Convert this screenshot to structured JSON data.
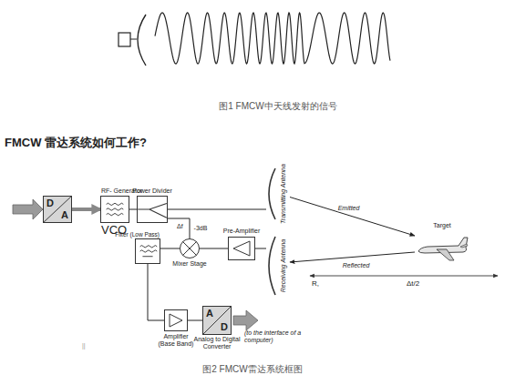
{
  "diagram": {
    "title": "FMCW 雷达系统如何工作?",
    "caption": "图2 FMCW雷达系统框图",
    "nodes": [
      {
        "text": [
          "D",
          "A"
        ]
      },
      {
        "text": [
          "RF- Generator",
          "VCO"
        ]
      },
      {
        "text": [
          "Power Divider"
        ]
      },
      {
        "text": [
          "Mixer Stage"
        ]
      },
      {
        "text": [
          "Pre-Amplifier"
        ]
      },
      {
        "text": [
          "Filter (Low Pass)"
        ]
      },
      {
        "text": [
          "Amplifier (Base Band)"
        ]
      },
      {
        "text": [
          "A",
          "D",
          "Analog to Digital Converter"
        ]
      },
      {
        "text": [
          "Transmitting Antenna"
        ]
      },
      {
        "text": [
          "Receiving Antenna"
        ]
      },
      {
        "text": [
          "Target"
        ]
      }
    ],
    "edges": [
      {
        "from": 0,
        "to": 1,
        "arrow": "to"
      },
      {
        "from": 1,
        "to": 2,
        "arrow": "none"
      },
      {
        "from": 2,
        "to": 8,
        "arrow": "none"
      },
      {
        "from": 2,
        "to": 3,
        "label": "-3dB",
        "arrow": "none"
      },
      {
        "from": 9,
        "to": 4,
        "arrow": "none"
      },
      {
        "from": 4,
        "to": 3,
        "arrow": "none"
      },
      {
        "from": 3,
        "to": 5,
        "arrow": "none"
      },
      {
        "from": 5,
        "to": 6,
        "arrow": "none"
      },
      {
        "from": 6,
        "to": 7,
        "arrow": "none"
      },
      {
        "from": 8,
        "to": 10,
        "label": "Emitted",
        "arrow": "to"
      },
      {
        "from": 10,
        "to": 9,
        "label": "Reflected",
        "arrow": "to"
      }
    ],
    "labels": [
      "图1 FMCW中天线发射的信号",
      "Δf",
      "(to the interface of a computer)",
      "R,",
      "Δt/2",
      "||"
    ]
  }
}
